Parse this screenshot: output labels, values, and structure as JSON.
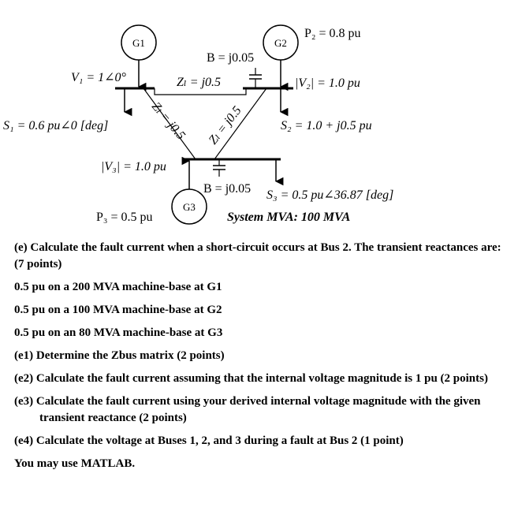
{
  "diagram": {
    "generators": {
      "g1": "G1",
      "g2": "G2",
      "g3": "G3"
    },
    "v1": "V₁ = 1∠0°",
    "v2": "|V₂| = 1.0 pu",
    "v3": "|V₃| = 1.0 pu",
    "pg2": "P₂ = 0.8 pu",
    "pg3": "P₃ = 0.5 pu",
    "zl12": "Zₗ = j0.5",
    "zl13": "Zₗ = j0.5",
    "zl23": "Zₗ = j0.5",
    "b2": "B = j0.05",
    "b3": "B = j0.05",
    "sd1": "S₁ = 0.6 pu∠0 [deg]",
    "sd2": "S₂ = 1.0 + j0.5 pu",
    "sd3": "S₃ = 0.5 pu∠36.87 [deg]",
    "system_mva": "System MVA: 100 MVA"
  },
  "problem": {
    "intro": "(e) Calculate the fault current when a short-circuit occurs at Bus 2. The transient reactances are: (7 points)",
    "x_g1": "0.5 pu on a 200 MVA machine-base at G1",
    "x_g2": "0.5 pu on a 100 MVA machine-base at G2",
    "x_g3": "0.5 pu on an 80 MVA machine-base at G3",
    "e1": "(e1) Determine the Zbus matrix (2 points)",
    "e2": "(e2) Calculate the fault current assuming that the internal voltage magnitude is 1 pu (2 points)",
    "e3": "(e3) Calculate the fault current using your derived internal voltage magnitude with the given transient reactance (2 points)",
    "e4": "(e4) Calculate the voltage at Buses 1, 2, and 3 during a fault at Bus 2 (1 point)",
    "note": "You may use MATLAB."
  }
}
